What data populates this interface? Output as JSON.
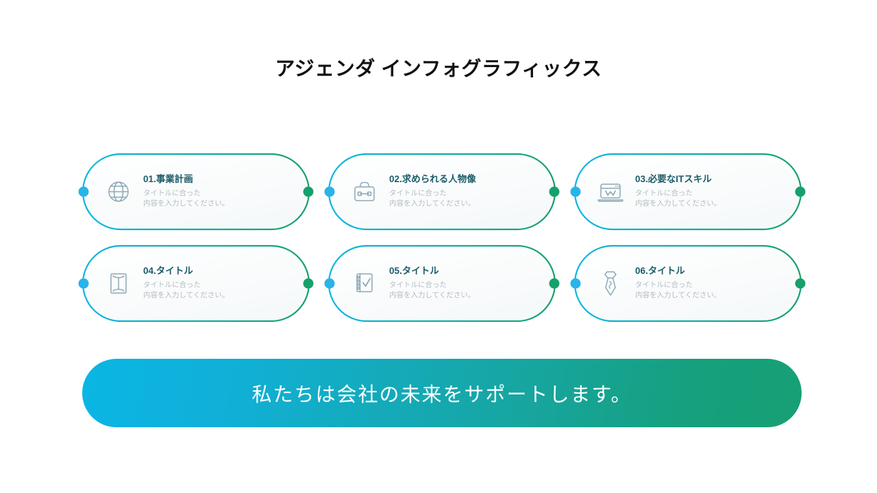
{
  "page": {
    "title": "アジェンダ インフォグラフィックス",
    "background_color": "#ffffff"
  },
  "theme": {
    "accent_start": "#0ab6e4",
    "accent_end": "#17a06b",
    "title_color": "#111111",
    "card_title_color": "#1d5c68",
    "card_desc_color": "#b3bcc1",
    "icon_color": "#8ba8b3",
    "card_fill": "#fbfcfc"
  },
  "cards": [
    {
      "title": "01.事業計画",
      "desc_line1": "タイトルに合った",
      "desc_line2": "内容を入力してください。",
      "icon": "globe-icon"
    },
    {
      "title": "02.求められる人物像",
      "desc_line1": "タイトルに合った",
      "desc_line2": "内容を入力してください。",
      "icon": "briefcase-icon"
    },
    {
      "title": "03.必要なITスキル",
      "desc_line1": "タイトルに合った",
      "desc_line2": "内容を入力してください。",
      "icon": "laptop-chart-icon"
    },
    {
      "title": "04.タイトル",
      "desc_line1": "タイトルに合った",
      "desc_line2": "内容を入力してください。",
      "icon": "envelope-icon"
    },
    {
      "title": "05.タイトル",
      "desc_line1": "タイトルに合った",
      "desc_line2": "内容を入力してください。",
      "icon": "checklist-notebook-icon"
    },
    {
      "title": "06.タイトル",
      "desc_line1": "タイトルに合った",
      "desc_line2": "内容を入力してください。",
      "icon": "necktie-icon"
    }
  ],
  "footer": {
    "text": "私たちは会社の未来をサポートします。",
    "gradient_start": "#0ab6e4",
    "gradient_end": "#17a075",
    "text_color": "#ffffff"
  }
}
